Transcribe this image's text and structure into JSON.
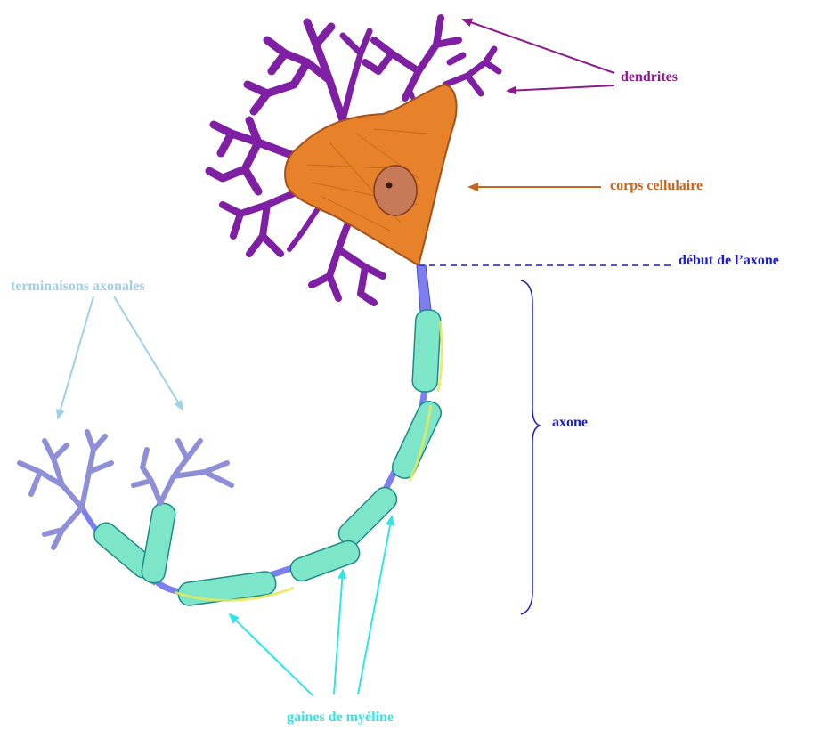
{
  "labels": {
    "dendrites": "dendrites",
    "cell_body": "corps cellulaire",
    "axon_start": "début de l’axone",
    "axon": "axone",
    "axon_terminals": "terminaisons axonales",
    "myelin_sheaths": "gaines de myéline"
  },
  "colors": {
    "dendrites": "#8b1a8b",
    "dendrite_fill": "#7f1fa3",
    "cell_body": "#e8822a",
    "cell_body_label": "#c8641e",
    "nucleus": "#c77a58",
    "axon": "#7c7ff0",
    "axon_label": "#1b1bc9",
    "terminals": "#9fd0ea",
    "terminal_fill": "#8f8fd8",
    "myelin": "#2ee6e6",
    "myelin_sheath": "#7ee6c8",
    "myelin_edge": "#e8e85a"
  }
}
